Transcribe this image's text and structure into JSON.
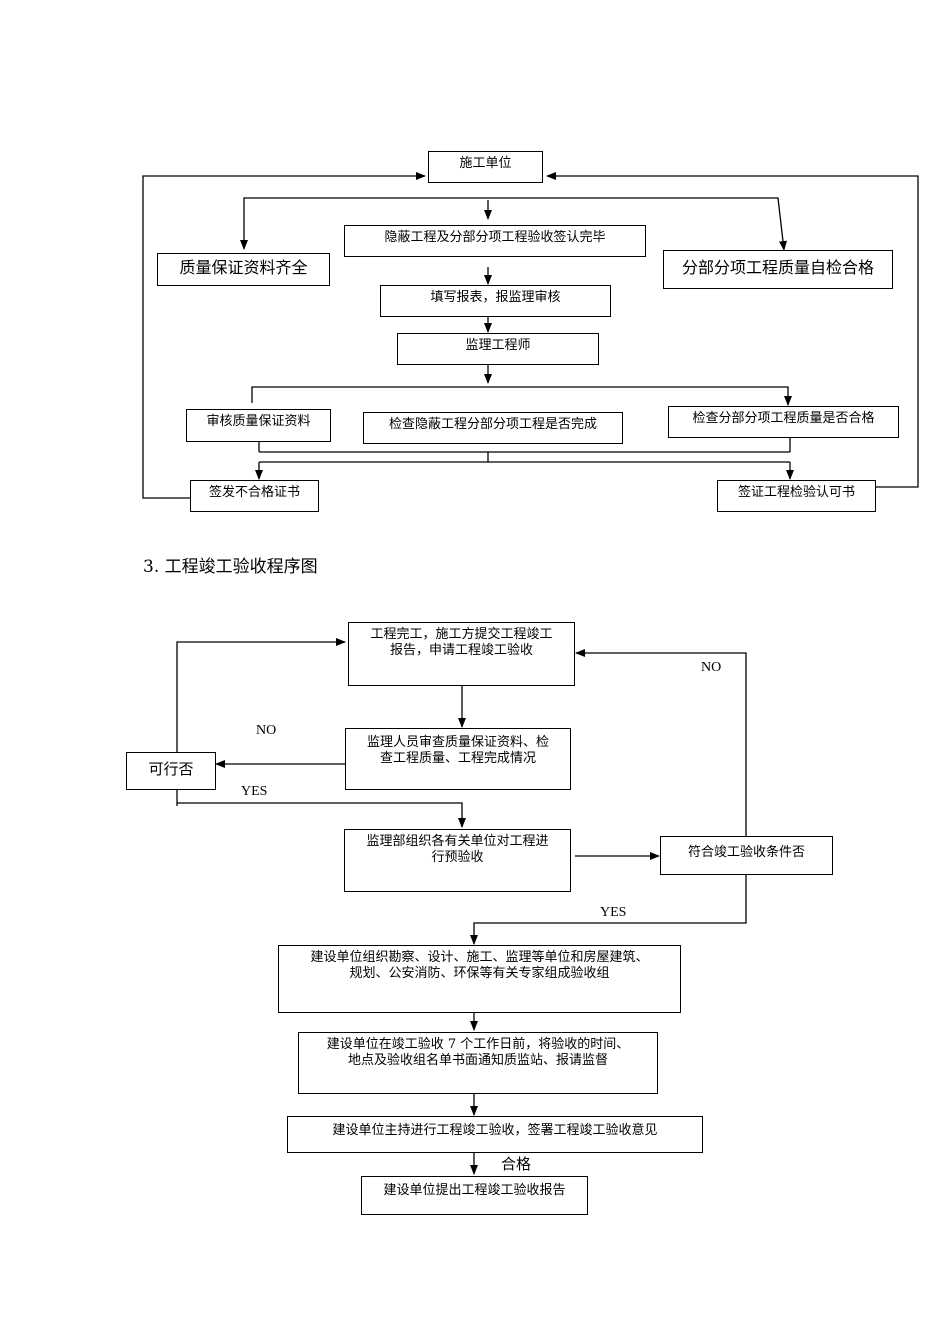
{
  "diagram1": {
    "shigong": "施工单位",
    "yinbi": "隐蔽工程及分部分项工程验收签认完毕",
    "zhiliang_ziliao": "质量保证资料齐全",
    "fenbu_zijian": "分部分项工程质量自检合格",
    "tianxie": "填写报表，报监理审核",
    "jianli": "监理工程师",
    "shenhe": "审核质量保证资料",
    "jiancha_yinbi": "检查隐蔽工程分部分项工程是否完成",
    "jiancha_fenbu": "检查分部分项工程质量是否合格",
    "qianfa": "签发不合格证书",
    "qianzheng": "签证工程检验认可书"
  },
  "section_heading": "3. 工程竣工验收程序图",
  "diagram2": {
    "wangong": "工程完工，施工方提交工程竣工\n报告，申请工程竣工验收",
    "jianli_shencha": "监理人员审查质量保证资料、检\n查工程质量、工程完成情况",
    "kexing": "可行否",
    "yuyanshou": "监理部组织各有关单位对工程进\n行预验收",
    "fuhe": "符合竣工验收条件否",
    "zuzhi": "建设单位组织勘察、设计、施工、监理等单位和房屋建筑、\n规划、公安消防、环保等有关专家组成验收组",
    "tongzhi": "建设单位在竣工验收 7 个工作日前，将验收的时间、\n地点及验收组名单书面通知质监站、报请监督",
    "zhuchi": "建设单位主持进行工程竣工验收，签署工程竣工验收意见",
    "baogao": "建设单位提出工程竣工验收报告",
    "no_left": "NO",
    "yes_left": "YES",
    "no_right": "NO",
    "yes_right": "YES",
    "hege": "合格"
  }
}
